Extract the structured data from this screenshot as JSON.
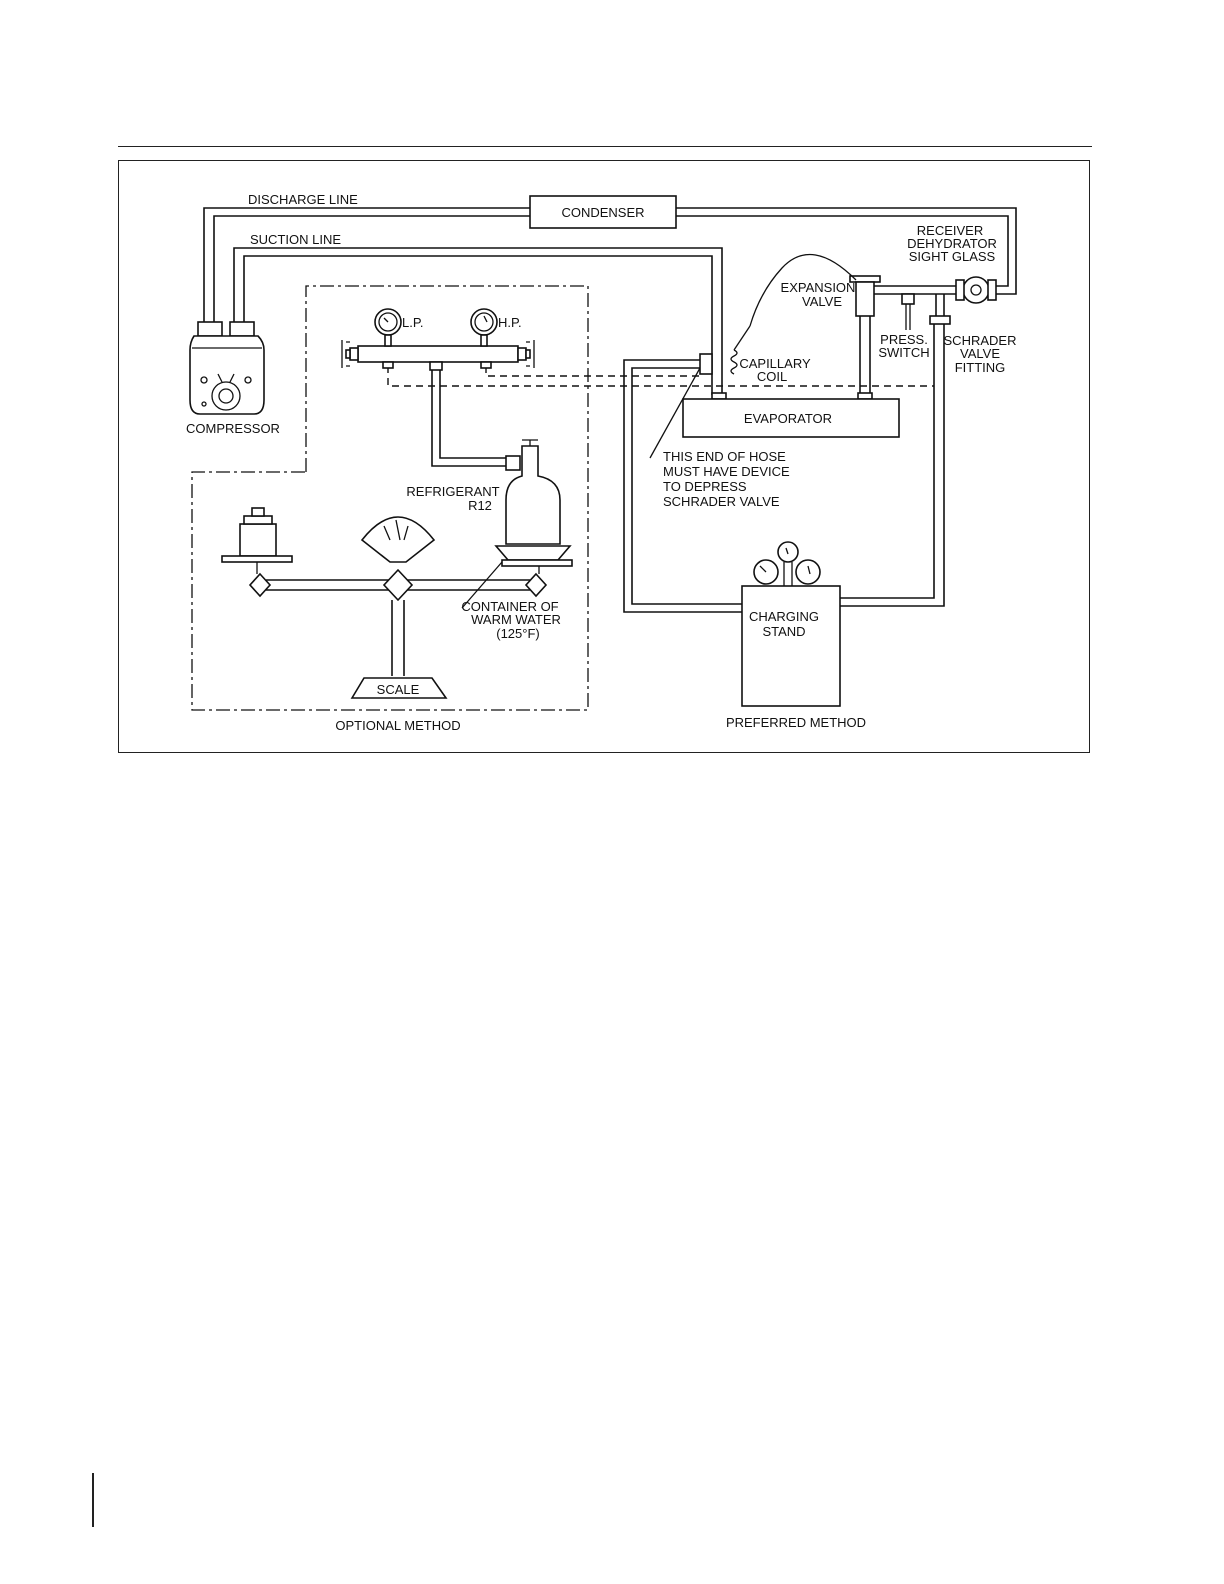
{
  "labels": {
    "discharge_line": "DISCHARGE  LINE",
    "condenser": "CONDENSER",
    "suction_line": "SUCTION  LINE",
    "receiver": [
      "RECEIVER",
      "DEHYDRATOR",
      "SIGHT GLASS"
    ],
    "expansion_valve": [
      "EXPANSION",
      "VALVE"
    ],
    "lp_gauge": "L.P.",
    "hp_gauge": "H.P.",
    "capillary_coil": [
      "CAPILLARY",
      "COIL"
    ],
    "press_switch": [
      "PRESS.",
      "SWITCH"
    ],
    "schrader_valve_fitting": [
      "SCHRADER",
      "VALVE",
      "FITTING"
    ],
    "compressor": "COMPRESSOR",
    "evaporator": "EVAPORATOR",
    "hose_note": [
      "THIS END OF HOSE",
      "MUST HAVE DEVICE",
      "TO DEPRESS",
      "SCHRADER VALVE"
    ],
    "refrigerant": [
      "REFRIGERANT",
      "R12"
    ],
    "container_note": [
      "CONTAINER OF",
      "WARM WATER",
      "(125°F)"
    ],
    "charging_stand": [
      "CHARGING",
      "STAND"
    ],
    "scale": "SCALE",
    "optional_method": "OPTIONAL  METHOD",
    "preferred_method": "PREFERRED METHOD"
  }
}
